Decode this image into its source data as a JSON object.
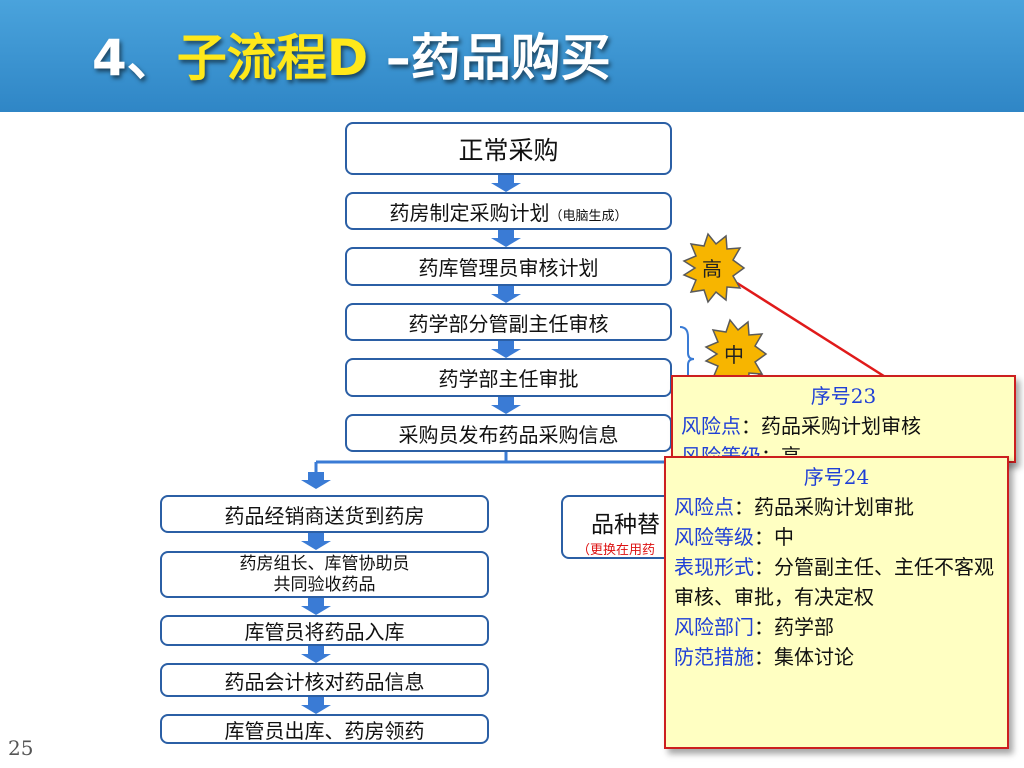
{
  "slide": {
    "title_prefix": "4、",
    "title_highlight": "子流程D",
    "title_suffix": " –药品购买",
    "page_number": "25"
  },
  "flow": {
    "start": "正常采购",
    "steps": [
      "药房制定采购计划",
      "药库管理员审核计划",
      "药学部分管副主任审核",
      "药学部主任审批",
      "采购员发布药品采购信息"
    ],
    "step1_note": "（电脑生成）",
    "left_branch": [
      "药品经销商送货到药房",
      "药房组长、库管协助员",
      "共同验收药品",
      "库管员将药品入库",
      "药品会计核对药品信息",
      "库管员出库、药房领药"
    ],
    "right_branch_title": "品种替",
    "right_branch_note": "（更换在用药"
  },
  "risk_badges": [
    "高",
    "中"
  ],
  "risk_cards": [
    {
      "seq": "序号23",
      "risk_point_label": "风险点",
      "risk_point": "：药品采购计划审核",
      "risk_level_label": "风险等级",
      "risk_level": "：高"
    },
    {
      "seq": "序号24",
      "risk_point_label": "风险点",
      "risk_point": "：药品采购计划审批",
      "risk_level_label": "风险等级",
      "risk_level": "：中",
      "form_label": "表现形式",
      "form": "：分管副主任、主任不客观审核、审批，有决定权",
      "dept_label": "风险部门",
      "dept": "：药学部",
      "measure_label": "防范措施",
      "measure": "：集体讨论"
    }
  ],
  "colors": {
    "header": "#3b95d2",
    "title_highlight": "#ffe81a",
    "box_border": "#2b5fa5",
    "arrow": "#3a7bd5",
    "card_bg": "#ffffc2",
    "card_border": "#cc1f1f",
    "label_blue": "#1f3fd6",
    "badge": "#f7b500"
  }
}
